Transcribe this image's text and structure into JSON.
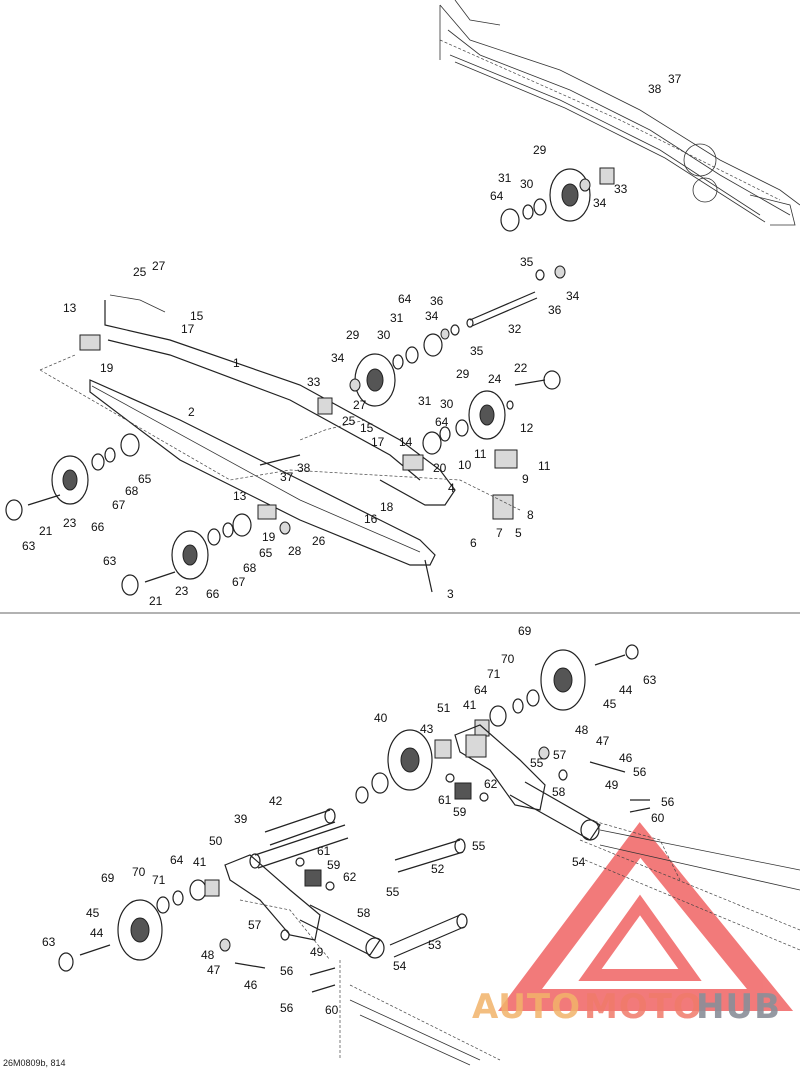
{
  "diagram_code": "26M0809b, 814",
  "watermark": {
    "part1": "AUTO",
    "part2": "MOTO",
    "part3": "HUB"
  },
  "colors": {
    "watermark_red": "#ef5a5a",
    "watermark_orange": "#f2b36a",
    "watermark_grey": "#8a8f98",
    "line": "#222222"
  },
  "callouts_top": [
    "37",
    "38",
    "29",
    "31",
    "30",
    "33",
    "64",
    "34",
    "35",
    "34",
    "36",
    "27",
    "25",
    "15",
    "13",
    "17",
    "64",
    "36",
    "34",
    "29",
    "30",
    "31",
    "35",
    "32",
    "19",
    "1",
    "34",
    "33",
    "22",
    "24",
    "29",
    "27",
    "31",
    "30",
    "25",
    "15",
    "64",
    "12",
    "17",
    "14",
    "2",
    "11",
    "65",
    "20",
    "9",
    "68",
    "38",
    "10",
    "11",
    "37",
    "4",
    "67",
    "8",
    "19",
    "13",
    "18",
    "5",
    "66",
    "23",
    "16",
    "7",
    "21",
    "65",
    "28",
    "26",
    "6",
    "63",
    "68",
    "23",
    "67",
    "66",
    "63",
    "21",
    "3"
  ],
  "callouts_bottom": [
    "69",
    "70",
    "63",
    "71",
    "44",
    "64",
    "41",
    "45",
    "51",
    "40",
    "43",
    "48",
    "47",
    "57",
    "46",
    "55",
    "62",
    "61",
    "59",
    "58",
    "42",
    "56",
    "49",
    "56",
    "39",
    "60",
    "55",
    "61",
    "50",
    "59",
    "62",
    "52",
    "54",
    "64",
    "41",
    "70",
    "71",
    "69",
    "58",
    "55",
    "45",
    "57",
    "44",
    "53",
    "63",
    "48",
    "49",
    "47",
    "54",
    "46",
    "56",
    "56",
    "60"
  ]
}
